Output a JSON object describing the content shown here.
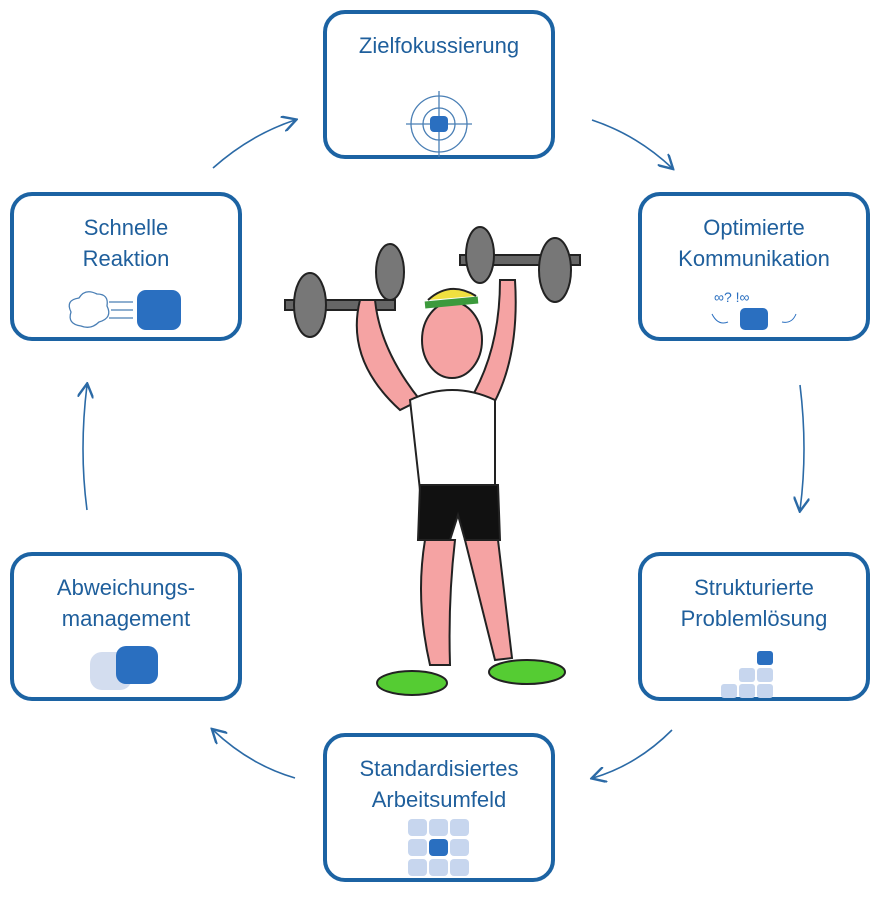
{
  "boxes": [
    {
      "label": "Zielfokussierung",
      "icon": "target-icon"
    },
    {
      "label": "Optimierte\nKommunikation",
      "icon": "communication-icon"
    },
    {
      "label": "Strukturierte\nProblemlösung",
      "icon": "stairs-blocks-icon"
    },
    {
      "label": "Standardisiertes\nArbeitsumfeld",
      "icon": "grid-blocks-icon"
    },
    {
      "label": "Abweichungs-\nmanagement",
      "icon": "overlap-blocks-icon"
    },
    {
      "label": "Schnelle\nReaktion",
      "icon": "speed-cloud-icon"
    }
  ],
  "colors": {
    "border": "#1c63a3",
    "text": "#1f5f9c",
    "accent": "#2a6fc0"
  }
}
